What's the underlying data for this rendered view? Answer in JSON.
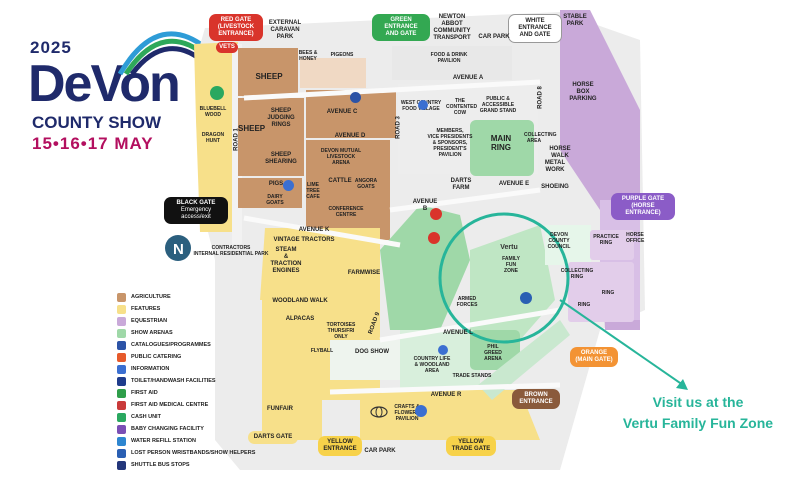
{
  "logo": {
    "year": "2025",
    "brand": "DeVon",
    "subtitle": "COUNTY SHOW",
    "dates": "15•16•17 MAY"
  },
  "gates": {
    "red": "RED GATE\n(LIVESTOCK\nENTRANCE)",
    "green": "GREEN ENTRANCE\nAND GATE",
    "white": "WHITE ENTRANCE\nAND GATE",
    "black_title": "BLACK GATE",
    "black_sub": "Emergency\naccess/exit",
    "purple": "PURPLE GATE\n(HORSE ENTRANCE)",
    "orange": "ORANGE\n(MAIN GATE)",
    "brown": "BROWN\nENTRANCE",
    "darts": "DARTS GATE",
    "yellow_entrance": "YELLOW\nENTRANCE",
    "yellow_trade": "YELLOW\nTRADE GATE",
    "vets": "VETS"
  },
  "places": {
    "external_caravan": "EXTERNAL\nCARAVAN\nPARK",
    "newton_abbot": "NEWTON\nABBOT\nCOMMUNITY\nTRANSPORT",
    "car_park_top": "CAR PARK",
    "car_park_bottom": "CAR PARK",
    "stable_park": "STABLE\nPARK",
    "horse_box": "HORSE\nBOX\nPARKING",
    "horse_walk": "HORSE WALK",
    "metal_work": "METAL\nWORK",
    "shoeing": "SHOEING",
    "sheep": "SHEEP",
    "sheep2": "SHEEP",
    "sheep_judging": "SHEEP\nJUDGING\nRINGS",
    "sheep_shearing": "SHEEP\nSHEARING",
    "bees": "BEES &\nHONEY",
    "pigeons": "PIGEONS",
    "bluebell": "BLUEBELL\nWOOD",
    "dragon_hunt": "DRAGON\nHUNT",
    "food_drink": "FOOD & DRINK\nPAVILION",
    "wc_food": "WEST COUNTRY\nFOOD VILLAGE",
    "contented_cow": "THE\nCONTENTED\nCOW",
    "grand_stand": "PUBLIC &\nACCESSIBLE\nGRAND STAND",
    "members": "MEMBERS,\nVICE PRESIDENTS\n& SPONSORS,\nPRESIDENT'S\nPAVILION",
    "main_ring": "MAIN\nRING",
    "collecting_area": "COLLECTING\nAREA",
    "pigs": "PIGS",
    "dairy_goats": "DAIRY\nGOATS",
    "devon_mutual": "DEVON MUTUAL\nLIVESTOCK ARENA",
    "cattle": "CATTLE",
    "angora": "ANGORA\nGOATS",
    "lime_tree": "LIME\nTREE\nCAFE",
    "conference": "CONFERENCE CENTRE",
    "darts_farm": "DARTS\nFARM",
    "contractors": "CONTRACTORS\nINTERNAL RESIDENTIAL PARK",
    "vintage": "VINTAGE TRACTORS",
    "steam": "STEAM\n&\nTRACTION\nENGINES",
    "farmwise": "FARMWISE",
    "woodland_walk": "WOODLAND WALK",
    "alpacas": "ALPACAS",
    "tortoises": "TORTOISES\nTHURS/FRI\nONLY",
    "flyball": "FLYBALL",
    "dog_show": "DOG SHOW",
    "funfair": "FUNFAIR",
    "crafts": "CRAFTS &\nFLOWERS\nPAVILION",
    "vertu": "Vertu",
    "family_fun": "FAMILY\nFUN\nZONE",
    "devon_council": "DEVON\nCOUNTY\nCOUNCIL",
    "practice_ring": "PRACTICE\nRING",
    "collecting_ring": "COLLECTING\nRING",
    "ring": "RING",
    "ring2": "RING",
    "armed_forces": "ARMED\nFORCES",
    "countrylife": "COUNTRY LIFE\n& WOODLAND\nAREA",
    "phil_greed": "PHIL\nGREED\nARENA",
    "trade_stands": "TRADE STANDS",
    "horse_office": "HORSE\nOFFICE"
  },
  "roads": {
    "avenue_a": "AVENUE A",
    "avenue_b": "AVENUE B",
    "avenue_c": "AVENUE C",
    "avenue_d": "AVENUE D",
    "avenue_e": "AVENUE E",
    "avenue_k": "AVENUE K",
    "avenue_l": "AVENUE L",
    "avenue_r": "AVENUE R",
    "road_1": "ROAD 1",
    "road_3": "ROAD 3",
    "road_8": "ROAD 8",
    "road_9": "ROAD 9"
  },
  "legend": [
    {
      "label": "AGRICULTURE",
      "color": "#c8956a"
    },
    {
      "label": "FEATURES",
      "color": "#f7e08a"
    },
    {
      "label": "EQUESTRIAN",
      "color": "#c9a9d9"
    },
    {
      "label": "SHOW ARENAS",
      "color": "#9fd8a8"
    },
    {
      "label": "CATALOGUES/PROGRAMMES",
      "color": "#2c53a6"
    },
    {
      "label": "PUBLIC CATERING",
      "color": "#e65a2b"
    },
    {
      "label": "INFORMATION",
      "color": "#3b6fd1"
    },
    {
      "label": "TOILET/HANDWASH FACILITIES",
      "color": "#1f3c8c"
    },
    {
      "label": "FIRST AID",
      "color": "#2e9e4a"
    },
    {
      "label": "FIRST AID MEDICAL CENTRE",
      "color": "#c93a3a"
    },
    {
      "label": "CASH UNIT",
      "color": "#2aa860"
    },
    {
      "label": "BABY CHANGING FACILITY",
      "color": "#7a4fb5"
    },
    {
      "label": "WATER REFILL STATION",
      "color": "#2e86d0"
    },
    {
      "label": "LOST PERSON WRISTBANDS/SHOW HELPERS",
      "color": "#2a5fb3"
    },
    {
      "label": "SHUTTLE BUS STOPS",
      "color": "#23367a"
    }
  ],
  "callout": {
    "line1": "Visit us at the",
    "line2": "Vertu Family Fun Zone",
    "color": "#27b59a"
  }
}
